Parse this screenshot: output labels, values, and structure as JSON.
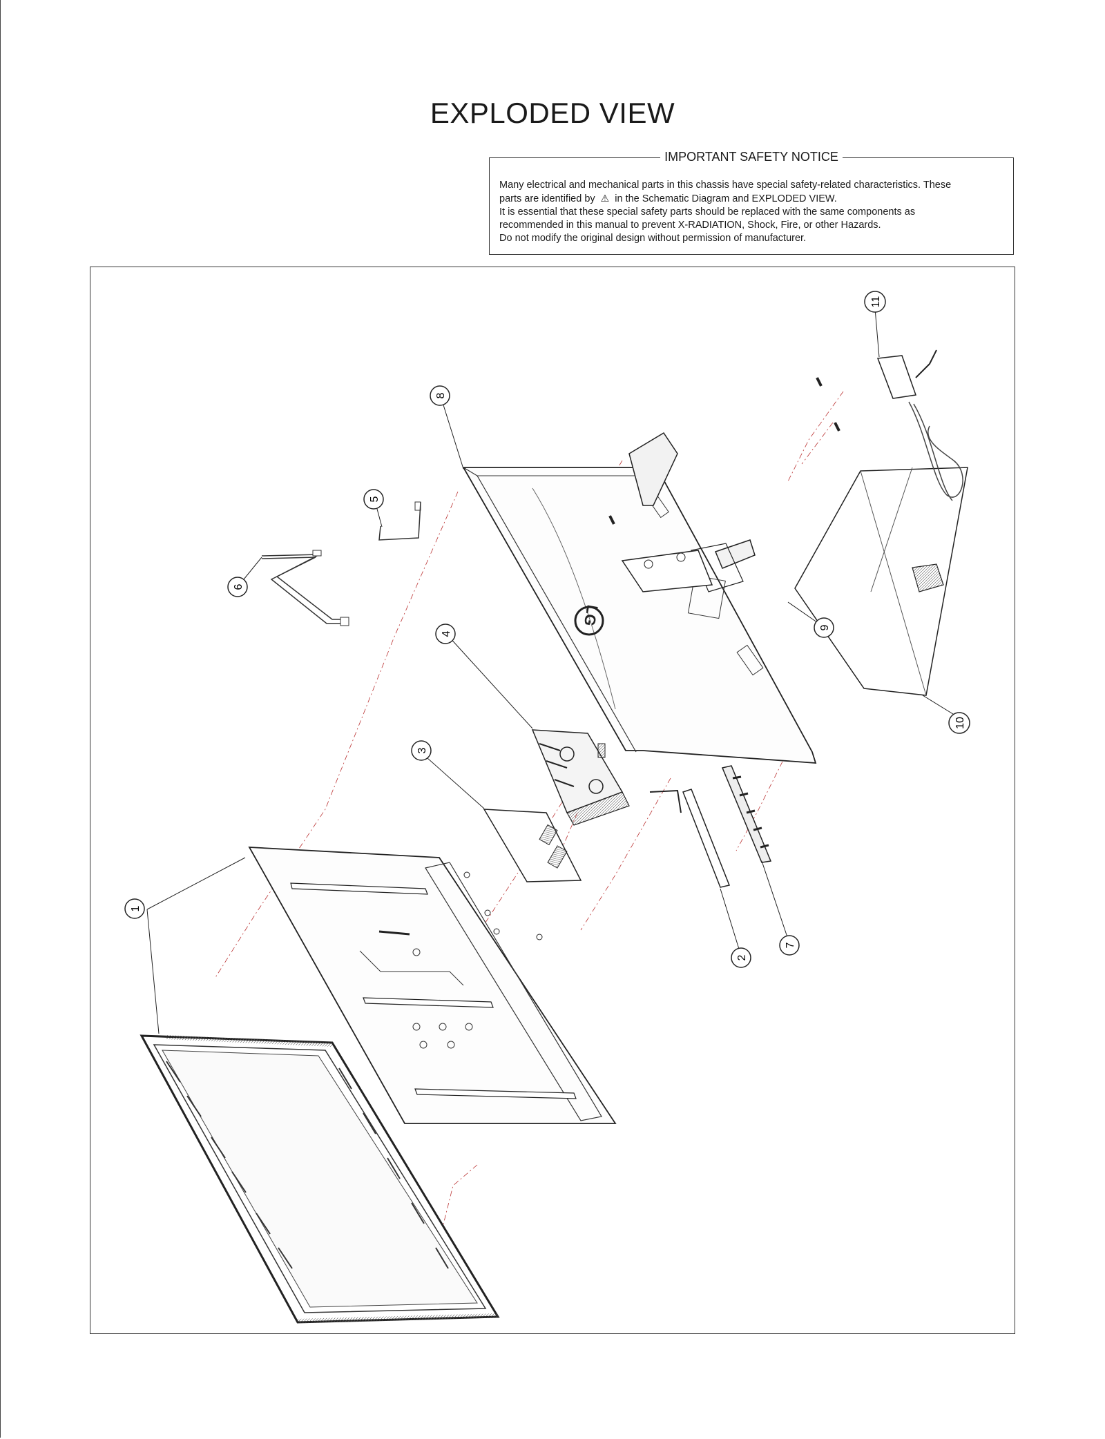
{
  "page_title": "EXPLODED VIEW",
  "notice": {
    "heading": "IMPORTANT SAFETY NOTICE",
    "line1": "Many electrical and mechanical parts in this chassis have special safety-related characteristics. These",
    "line2_before": "parts are identified by",
    "line2_symbol": "⚠",
    "line2_after": "in the Schematic Diagram and EXPLODED VIEW.",
    "line3": "It is essential that these special safety parts should be replaced with the same components as",
    "line4": "recommended in this manual to prevent X-RADIATION, Shock, Fire, or other Hazards.",
    "line5": "Do not modify the original design without permission of manufacturer."
  },
  "diagram": {
    "brand_mark": "LG",
    "callouts": [
      "1",
      "2",
      "3",
      "4",
      "5",
      "6",
      "7",
      "8",
      "9",
      "10",
      "11"
    ]
  }
}
